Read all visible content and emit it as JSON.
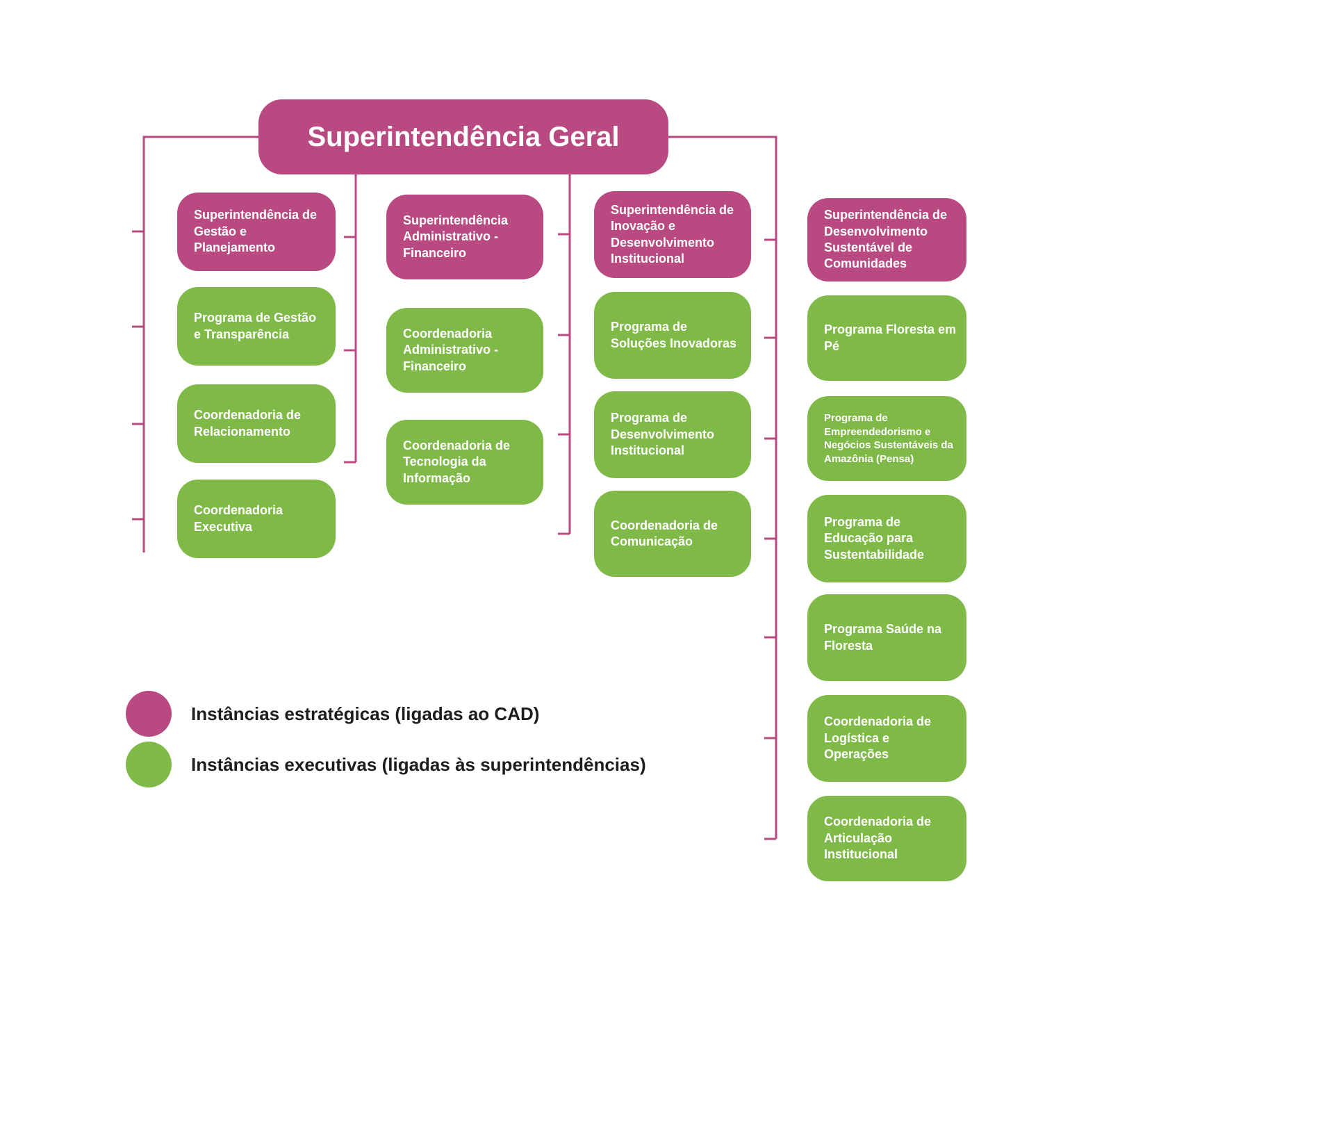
{
  "colors": {
    "strategic_color": "#b94a81",
    "executive_color": "#7fba49",
    "line_color": "#b94a81",
    "box_text_color": "#ffffff",
    "legend_text_color": "#1d1d1b"
  },
  "root": {
    "label": "Superintendência Geral",
    "type": "strategic"
  },
  "columns": [
    {
      "boxes": [
        {
          "label": "Superintendência de Gestão e Planejamento",
          "type": "strategic"
        },
        {
          "label": "Programa de Gestão e Transparência",
          "type": "executive"
        },
        {
          "label": "Coordenadoria de Relacionamento",
          "type": "executive"
        },
        {
          "label": "Coordenadoria Executiva",
          "type": "executive"
        }
      ]
    },
    {
      "boxes": [
        {
          "label": "Superintendência Administrativo - Financeiro",
          "type": "strategic"
        },
        {
          "label": "Coordenadoria Administrativo - Financeiro",
          "type": "executive"
        },
        {
          "label": "Coordenadoria de Tecnologia da Informação",
          "type": "executive"
        }
      ]
    },
    {
      "boxes": [
        {
          "label": "Superintendência de Inovação e Desenvolvimento Institucional",
          "type": "strategic"
        },
        {
          "label": "Programa de Soluções Inovadoras",
          "type": "executive"
        },
        {
          "label": "Programa de Desenvolvimento Institucional",
          "type": "executive"
        },
        {
          "label": "Coordenadoria de Comunicação",
          "type": "executive"
        }
      ]
    },
    {
      "boxes": [
        {
          "label": "Superintendência de Desenvolvimento Sustentável de Comunidades",
          "type": "strategic"
        },
        {
          "label": "Programa Floresta em Pé",
          "type": "executive"
        },
        {
          "label": "Programa de Empreendedorismo e Negócios Sustentáveis da Amazônia (Pensa)",
          "type": "executive"
        },
        {
          "label": "Programa de Educação para Sustentabilidade",
          "type": "executive"
        },
        {
          "label": "Programa Saúde na Floresta",
          "type": "executive"
        },
        {
          "label": "Coordenadoria de Logística e Operações",
          "type": "executive"
        },
        {
          "label": "Coordenadoria de Articulação Institucional",
          "type": "executive"
        }
      ]
    }
  ],
  "legend": [
    {
      "label": "Instâncias estratégicas (ligadas ao CAD)",
      "type": "strategic"
    },
    {
      "label": "Instâncias executivas (ligadas às superintendências)",
      "type": "executive"
    }
  ]
}
